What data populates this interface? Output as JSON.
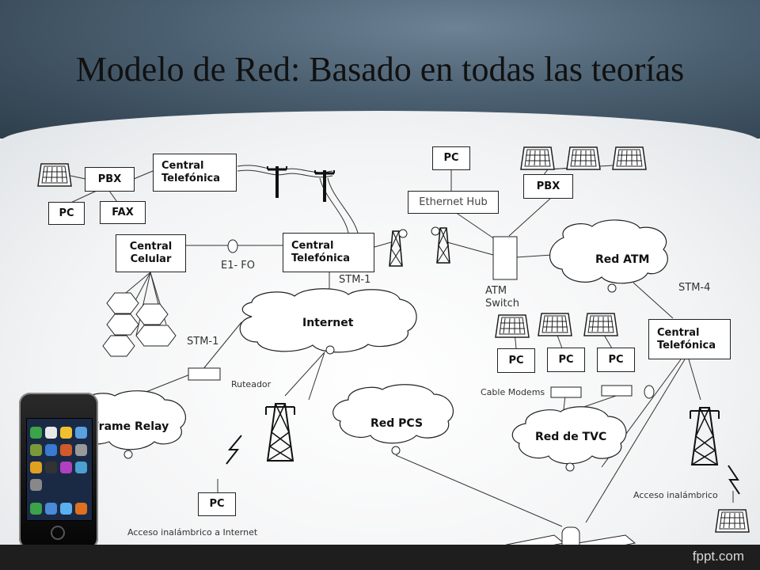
{
  "title": "Modelo de Red: Basado en todas las teorías",
  "footer_logo": "fppt.com",
  "nodes": {
    "pbx_left": "PBX",
    "central_tel_top": "Central\nTelefónica",
    "pc_left": "PC",
    "fax": "FAX",
    "central_celular": "Central\nCelular",
    "central_tel_mid": "Central\nTelefónica",
    "pc_top": "PC",
    "ethernet_hub": "Ethernet Hub",
    "pbx_right": "PBX",
    "central_tel_right": "Central\nTelefónica",
    "pc_cm1": "PC",
    "pc_cm2": "PC",
    "pc_cm3": "PC",
    "pc_bottom": "PC"
  },
  "clouds": {
    "internet": "Internet",
    "red_atm": "Red ATM",
    "frame_relay": "Frame Relay",
    "red_pcs": "Red PCS",
    "red_tvc": "Red de TVC"
  },
  "labels": {
    "e1_fo": "E1- FO",
    "stm1_a": "STM-1",
    "stm1_b": "STM-1",
    "stm4": "STM-4",
    "atm_switch": "ATM\nSwitch",
    "ruteador": "Ruteador",
    "cable_modems": "Cable Modems",
    "acceso_inalambrico": "Acceso inalámbrico",
    "acceso_inalambrico_internet": "Acceso inalámbrico a Internet"
  },
  "colors": {
    "header": "#4a5f70",
    "content_bg": "#f3f4f5",
    "footer": "#1e1e1e",
    "line": "#333333"
  }
}
